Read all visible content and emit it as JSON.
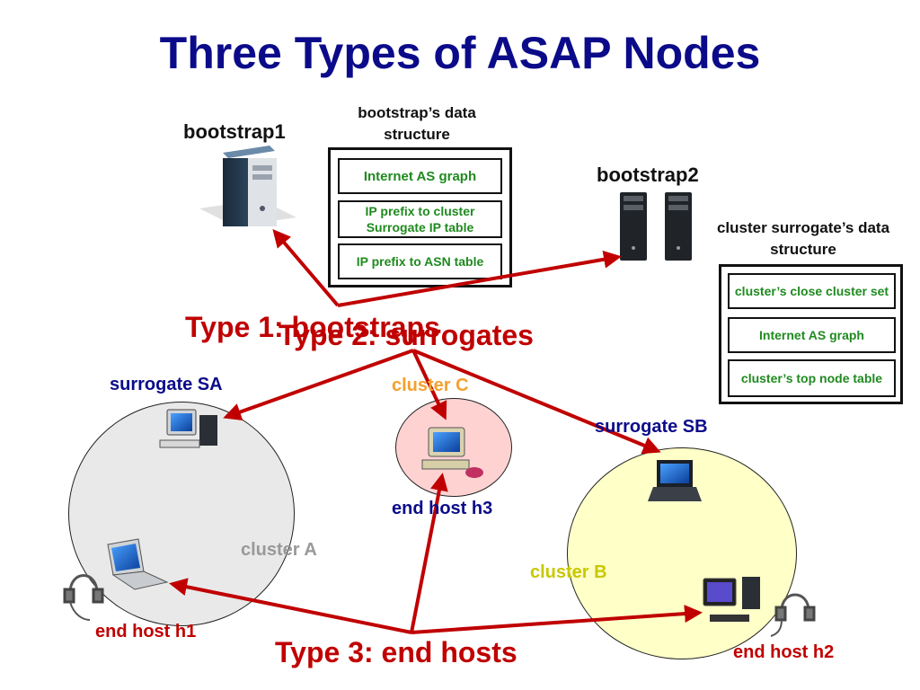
{
  "title": "Three Types of ASAP Nodes",
  "bootstrap1": "bootstrap1",
  "bootstrap2": "bootstrap2",
  "bootstrap_ds": {
    "caption": "bootstrap’s data structure",
    "items": [
      "Internet AS graph",
      "IP prefix to cluster Surrogate IP table",
      "IP prefix to ASN table"
    ]
  },
  "surrogate_ds": {
    "caption": "cluster surrogate’s data structure",
    "items": [
      "cluster’s close cluster set",
      "Internet AS graph",
      "cluster’s top node table"
    ]
  },
  "type1": "Type 1: bootstraps",
  "type2": "Type 2: surrogates",
  "type3": "Type 3: end hosts",
  "surrogate_sa": "surrogate SA",
  "surrogate_sb": "surrogate SB",
  "cluster_a": "cluster A",
  "cluster_b": "cluster B",
  "cluster_c": "cluster C",
  "end_host_h1": "end host h1",
  "end_host_h2": "end host h2",
  "end_host_h3": "end host h3",
  "colors": {
    "title": "#0b0b8a",
    "type_labels": "#c00000",
    "arrows": "#c00000",
    "box_text": "#1f8a1f",
    "cluster_a_fill": "#e9e9e9",
    "cluster_b_fill": "#ffffc8",
    "cluster_c_fill": "#ffd2d2",
    "cluster_a_label": "#999999",
    "cluster_b_label": "#c8c800",
    "cluster_c_label": "#f5a030"
  }
}
